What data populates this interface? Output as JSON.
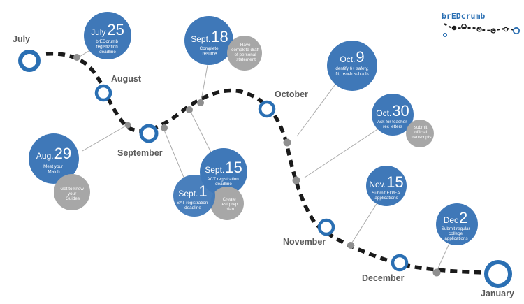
{
  "logo": {
    "text": "brEDcrumb"
  },
  "colors": {
    "blue": "#2a6fb3",
    "bubble": "#3f78b8",
    "gray": "#a7a7a7",
    "path": "#1a1a1a",
    "label": "#5a5a5a"
  },
  "months": {
    "july": "July",
    "august": "August",
    "september": "September",
    "october": "October",
    "november": "November",
    "december": "December",
    "january": "January"
  },
  "events": {
    "jul25": {
      "month": "July",
      "day": "25",
      "lines": [
        "brEDcrumb",
        "registration",
        "deadline"
      ]
    },
    "sep18": {
      "month": "Sept.",
      "day": "18",
      "lines": [
        "Complete",
        "resume"
      ],
      "sub": [
        "Have",
        "complete draft",
        "of personal",
        "statement"
      ]
    },
    "oct9": {
      "month": "Oct.",
      "day": "9",
      "lines": [
        "Identify 6+ safety,",
        "fit, reach schools"
      ]
    },
    "oct30": {
      "month": "Oct.",
      "day": "30",
      "lines": [
        "Ask for teacher",
        "rec letters"
      ],
      "sub": [
        "submit",
        "official",
        "transcripts"
      ]
    },
    "aug29": {
      "month": "Aug.",
      "day": "29",
      "lines": [
        "Meet your",
        "Match"
      ],
      "sub": [
        "Get to know",
        "your",
        "Guides"
      ]
    },
    "sep15": {
      "month": "Sept.",
      "day": "15",
      "lines": [
        "ACT registration",
        "deadline"
      ]
    },
    "sep1": {
      "month": "Sept.",
      "day": "1",
      "lines": [
        "SAT registration",
        "deadline"
      ],
      "sub": [
        "Create",
        "test prep",
        "plan"
      ]
    },
    "nov15": {
      "month": "Nov.",
      "day": "15",
      "lines": [
        "Submit ED/EA",
        "applications"
      ]
    },
    "dec2": {
      "month": "Dec",
      "day": "2",
      "lines": [
        "Submit regular",
        "college",
        "applications"
      ]
    }
  }
}
